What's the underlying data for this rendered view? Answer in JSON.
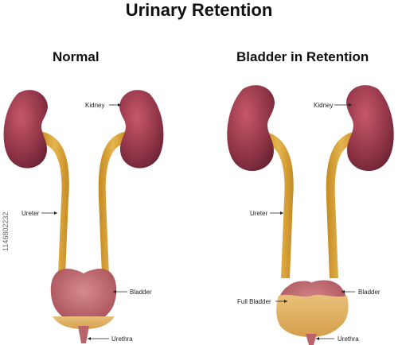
{
  "title": "Urinary Retention",
  "panels": [
    {
      "heading": "Normal",
      "labels": {
        "kidney": "Kidney",
        "ureter": "Ureter",
        "bladder": "Bladder",
        "urethra": "Urethra"
      }
    },
    {
      "heading": "Bladder in Retention",
      "labels": {
        "kidney": "Kidney",
        "ureter": "Ureter",
        "bladder": "Bladder",
        "full_bladder": "Full Bladder",
        "urethra": "Urethra"
      }
    }
  ],
  "side_code": "1146802232",
  "colors": {
    "kidney": "#8e3446",
    "kidney_highlight": "#c7576a",
    "ureter": "#d9a43a",
    "bladder": "#b9646a",
    "urine": "#e3b466"
  }
}
